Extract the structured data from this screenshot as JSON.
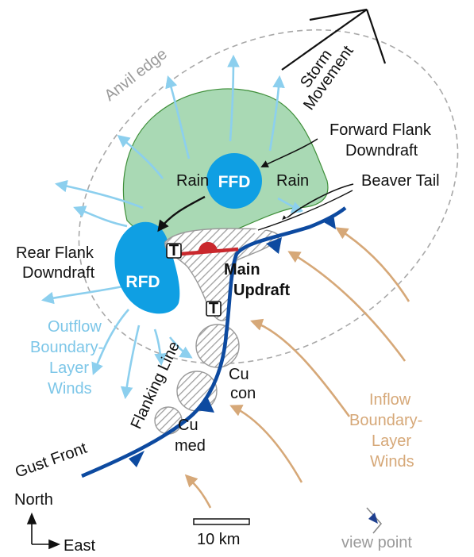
{
  "labels": {
    "anvil_edge": "Anvil edge",
    "storm_movement_1": "Storm",
    "storm_movement_2": "Movement",
    "ffd_line1": "Forward Flank",
    "ffd_line2": "Downdraft",
    "ffd": "FFD",
    "rain_left": "Rain",
    "rain_right": "Rain",
    "beaver_tail": "Beaver Tail",
    "rfd_line1": "Rear Flank",
    "rfd_line2": "Downdraft",
    "rfd": "RFD",
    "tornado_marker": "T",
    "main_updraft_1": "Main",
    "main_updraft_2": "Updraft",
    "outflow_1": "Outflow",
    "outflow_2": "Boundary-",
    "outflow_3": "Layer",
    "outflow_4": "Winds",
    "flanking_line": "Flanking Line",
    "cu_con_1": "Cu",
    "cu_con_2": "con",
    "cu_med_1": "Cu",
    "cu_med_2": "med",
    "inflow_1": "Inflow",
    "inflow_2": "Boundary-",
    "inflow_3": "Layer",
    "inflow_4": "Winds",
    "gust_front": "Gust Front",
    "north": "North",
    "east": "East",
    "scale": "10 km",
    "view_point": "view point"
  },
  "colors": {
    "rain_fill": "#a9d9b4",
    "rain_edge": "#3f8f3a",
    "downdraft_fill": "#0f9fe3",
    "outflow_arrow": "#8ccfee",
    "inflow_arrow": "#d6a878",
    "front": "#0d4aa0",
    "warm_front": "#c9282d",
    "anvil": "#a8a8a8",
    "updraft_hatch": "#9a9a9a"
  },
  "icons": [
    "north-arrow-icon",
    "east-arrow-icon",
    "eye-icon",
    "storm-movement-arrow-icon",
    "warm-front-semicircle-icon",
    "cold-front-triangle-icon"
  ]
}
